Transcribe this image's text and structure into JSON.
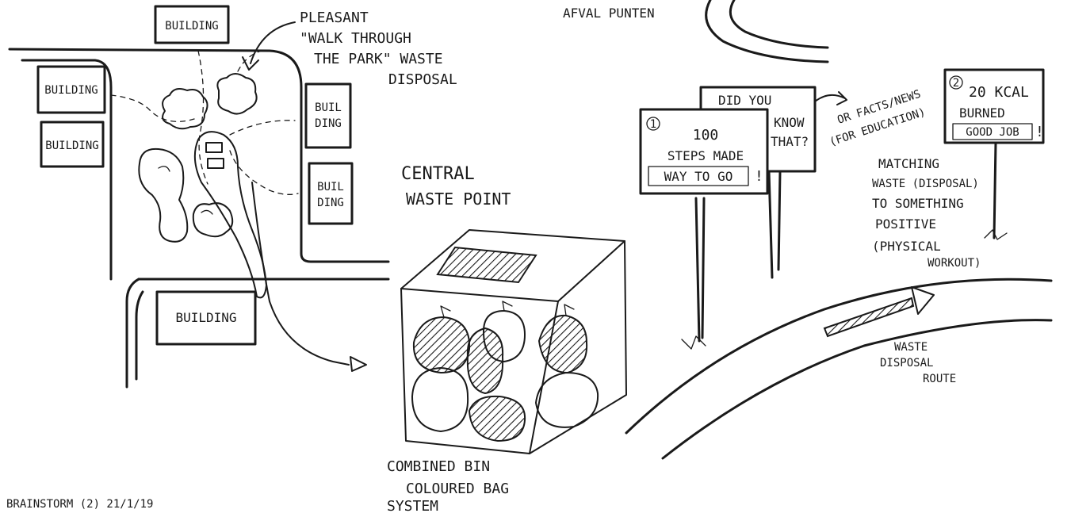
{
  "map": {
    "building_top": "BUILDING",
    "building_left_1": "BUILDING",
    "building_left_2": "BUILDING",
    "building_right_1_l1": "BUIL",
    "building_right_1_l2": "DING",
    "building_right_2_l1": "BUIL",
    "building_right_2_l2": "DING",
    "building_bottom": "BUILDING"
  },
  "annotations": {
    "pleasant_l1": "PLEASANT",
    "pleasant_l2": "\"WALK THROUGH",
    "pleasant_l3": "THE PARK\" WASTE",
    "pleasant_l4": "DISPOSAL",
    "afval": "AFVAL PUNTEN",
    "central_l1": "CENTRAL",
    "central_l2": "WASTE POINT",
    "combined_l1": "COMBINED BIN",
    "combined_l2": "COLOURED BAG",
    "combined_l3": "SYSTEM",
    "brainstorm": "BRAINSTORM (2)  21/1/19",
    "facts_l1": "OR FACTS/NEWS",
    "facts_l2": "(FOR EDUCATION)",
    "matching_l1": "MATCHING",
    "matching_l2": "WASTE (DISPOSAL)",
    "matching_l3": "TO SOMETHING",
    "matching_l4": "POSITIVE",
    "matching_l5": "(PHYSICAL",
    "matching_l6": "WORKOUT)",
    "route_l1": "WASTE",
    "route_l2": "DISPOSAL",
    "route_l3": "ROUTE"
  },
  "signs": {
    "sign1_num": "1",
    "sign1_l1": "100",
    "sign1_l2": "STEPS MADE",
    "sign1_l3": "WAY TO GO",
    "sign1_excl": "!",
    "didyou_l1": "DID YOU",
    "didyou_l2": "KNOW",
    "didyou_l3": "THAT?",
    "sign2_num": "2",
    "sign2_l1": "20 KCAL",
    "sign2_l2": "BURNED",
    "sign2_l3": "GOOD JOB",
    "sign2_excl": "!"
  }
}
